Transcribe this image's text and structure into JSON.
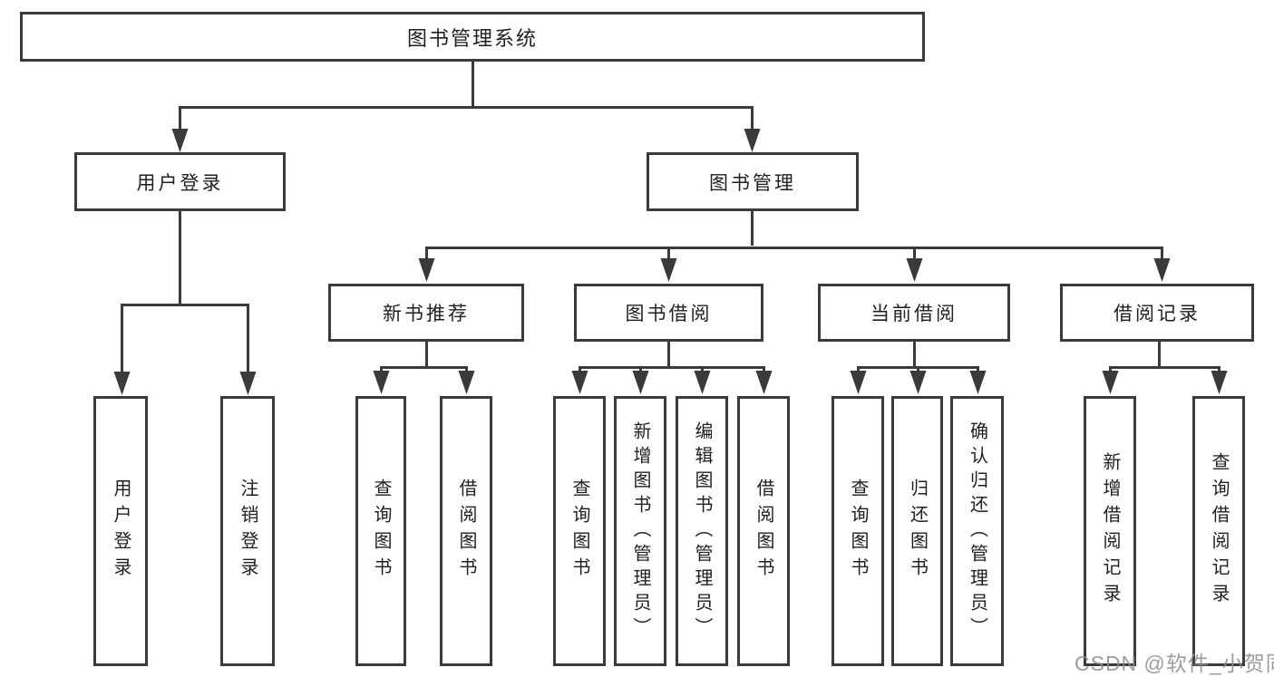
{
  "title": "图书管理系统",
  "branches": {
    "user": "用户登录",
    "mgmt": "图书管理"
  },
  "modules": {
    "new_books": "新书推荐",
    "book_borrow": "图书借阅",
    "current_borrow": "当前借阅",
    "borrow_records": "借阅记录"
  },
  "leaves": {
    "user_login": "用户登录",
    "logout": "注销登录",
    "nb_query": "查询图书",
    "nb_borrow": "借阅图书",
    "bb_query": "查询图书",
    "bb_add": "新增图书（管理员）",
    "bb_edit": "编辑图书（管理员）",
    "bb_borrow": "借阅图书",
    "cb_query": "查询图书",
    "cb_return": "归还图书",
    "cb_confirm": "确认归还（管理员）",
    "br_add": "新增借阅记录",
    "br_query": "查询借阅记录"
  },
  "watermark": "CSDN @软件_小贺同学",
  "colors": {
    "line": "#3a3a3a",
    "text": "#1f1f1f",
    "watermark": "#8c8c8c",
    "background": "#ffffff"
  }
}
